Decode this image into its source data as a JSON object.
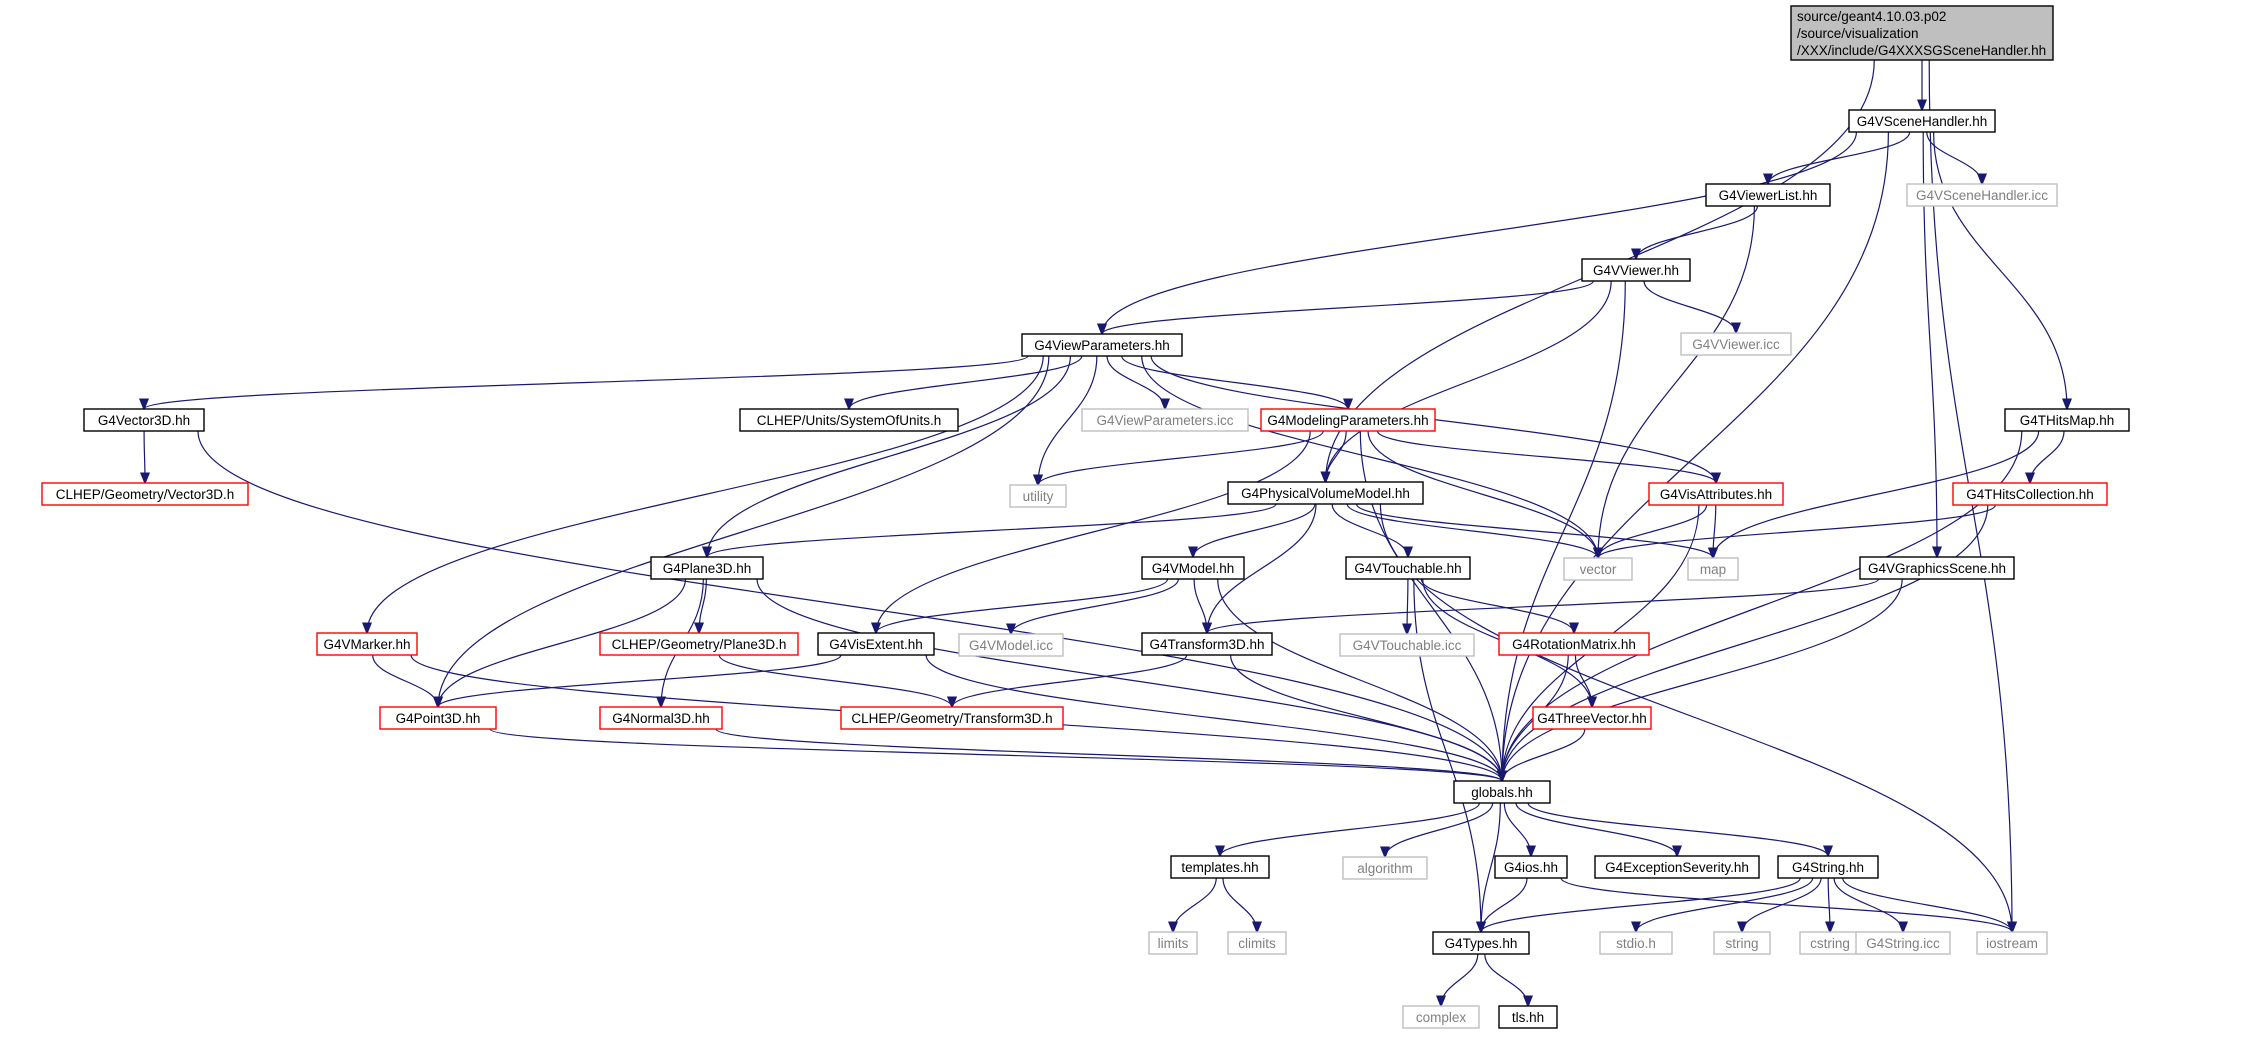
{
  "root_lines": [
    "source/geant4.10.03.p02",
    "/source/visualization",
    "/XXX/include/G4XXXSGSceneHandler.hh"
  ],
  "nodes": [
    {
      "id": "G4VSceneHandler",
      "label": "G4VSceneHandler.hh",
      "kind": "doc"
    },
    {
      "id": "G4ViewerList",
      "label": "G4ViewerList.hh",
      "kind": "doc"
    },
    {
      "id": "G4VSceneHandlerIcc",
      "label": "G4VSceneHandler.icc",
      "kind": "ext"
    },
    {
      "id": "G4VViewer",
      "label": "G4VViewer.hh",
      "kind": "doc"
    },
    {
      "id": "G4VViewerIcc",
      "label": "G4VViewer.icc",
      "kind": "ext"
    },
    {
      "id": "G4ViewParameters",
      "label": "G4ViewParameters.hh",
      "kind": "doc"
    },
    {
      "id": "G4Vector3D",
      "label": "G4Vector3D.hh",
      "kind": "doc"
    },
    {
      "id": "SystemOfUnits",
      "label": "CLHEP/Units/SystemOfUnits.h",
      "kind": "doc"
    },
    {
      "id": "G4ViewParametersIcc",
      "label": "G4ViewParameters.icc",
      "kind": "ext"
    },
    {
      "id": "G4ModelingParameters",
      "label": "G4ModelingParameters.hh",
      "kind": "inc"
    },
    {
      "id": "G4THitsMap",
      "label": "G4THitsMap.hh",
      "kind": "doc"
    },
    {
      "id": "Vector3Dh",
      "label": "CLHEP/Geometry/Vector3D.h",
      "kind": "inc"
    },
    {
      "id": "utility",
      "label": "utility",
      "kind": "ext"
    },
    {
      "id": "G4PhysicalVolumeModel",
      "label": "G4PhysicalVolumeModel.hh",
      "kind": "doc"
    },
    {
      "id": "G4VisAttributes",
      "label": "G4VisAttributes.hh",
      "kind": "inc"
    },
    {
      "id": "G4THitsCollection",
      "label": "G4THitsCollection.hh",
      "kind": "inc"
    },
    {
      "id": "G4Plane3D",
      "label": "G4Plane3D.hh",
      "kind": "doc"
    },
    {
      "id": "G4VModel",
      "label": "G4VModel.hh",
      "kind": "doc"
    },
    {
      "id": "G4VTouchable",
      "label": "G4VTouchable.hh",
      "kind": "doc"
    },
    {
      "id": "vector",
      "label": "vector",
      "kind": "ext"
    },
    {
      "id": "map",
      "label": "map",
      "kind": "ext"
    },
    {
      "id": "G4VGraphicsScene",
      "label": "G4VGraphicsScene.hh",
      "kind": "doc"
    },
    {
      "id": "G4VMarker",
      "label": "G4VMarker.hh",
      "kind": "inc"
    },
    {
      "id": "Plane3Dh",
      "label": "CLHEP/Geometry/Plane3D.h",
      "kind": "inc"
    },
    {
      "id": "G4VisExtent",
      "label": "G4VisExtent.hh",
      "kind": "doc"
    },
    {
      "id": "G4VModelIcc",
      "label": "G4VModel.icc",
      "kind": "ext"
    },
    {
      "id": "G4Transform3D",
      "label": "G4Transform3D.hh",
      "kind": "doc"
    },
    {
      "id": "G4VTouchableIcc",
      "label": "G4VTouchable.icc",
      "kind": "ext"
    },
    {
      "id": "G4RotationMatrix",
      "label": "G4RotationMatrix.hh",
      "kind": "inc"
    },
    {
      "id": "G4Point3D",
      "label": "G4Point3D.hh",
      "kind": "inc"
    },
    {
      "id": "G4Normal3D",
      "label": "G4Normal3D.hh",
      "kind": "inc"
    },
    {
      "id": "Transform3Dh",
      "label": "CLHEP/Geometry/Transform3D.h",
      "kind": "inc"
    },
    {
      "id": "G4ThreeVector",
      "label": "G4ThreeVector.hh",
      "kind": "inc"
    },
    {
      "id": "globals",
      "label": "globals.hh",
      "kind": "doc"
    },
    {
      "id": "templates",
      "label": "templates.hh",
      "kind": "doc"
    },
    {
      "id": "algorithm",
      "label": "algorithm",
      "kind": "ext"
    },
    {
      "id": "G4ios",
      "label": "G4ios.hh",
      "kind": "doc"
    },
    {
      "id": "G4ExceptionSeverity",
      "label": "G4ExceptionSeverity.hh",
      "kind": "doc"
    },
    {
      "id": "G4String",
      "label": "G4String.hh",
      "kind": "doc"
    },
    {
      "id": "limits",
      "label": "limits",
      "kind": "ext"
    },
    {
      "id": "climits",
      "label": "climits",
      "kind": "ext"
    },
    {
      "id": "G4Types",
      "label": "G4Types.hh",
      "kind": "doc"
    },
    {
      "id": "stdioh",
      "label": "stdio.h",
      "kind": "ext"
    },
    {
      "id": "string",
      "label": "string",
      "kind": "ext"
    },
    {
      "id": "cstring",
      "label": "cstring",
      "kind": "ext"
    },
    {
      "id": "G4StringIcc",
      "label": "G4String.icc",
      "kind": "ext"
    },
    {
      "id": "iostream",
      "label": "iostream",
      "kind": "ext"
    },
    {
      "id": "complex",
      "label": "complex",
      "kind": "ext"
    },
    {
      "id": "tls",
      "label": "tls.hh",
      "kind": "doc"
    }
  ],
  "edges": [
    [
      "root",
      "G4VSceneHandler"
    ],
    [
      "root",
      "G4PhysicalVolumeModel"
    ],
    [
      "root",
      "iostream"
    ],
    [
      "G4VSceneHandler",
      "G4ViewerList"
    ],
    [
      "G4VSceneHandler",
      "G4VSceneHandlerIcc"
    ],
    [
      "G4VSceneHandler",
      "G4ViewParameters"
    ],
    [
      "G4VSceneHandler",
      "G4THitsMap"
    ],
    [
      "G4VSceneHandler",
      "G4VGraphicsScene"
    ],
    [
      "G4VSceneHandler",
      "globals"
    ],
    [
      "G4ViewerList",
      "G4VViewer"
    ],
    [
      "G4ViewerList",
      "vector"
    ],
    [
      "G4VViewer",
      "G4ViewParameters"
    ],
    [
      "G4VViewer",
      "G4VViewerIcc"
    ],
    [
      "G4VViewer",
      "G4PhysicalVolumeModel"
    ],
    [
      "G4VViewer",
      "globals"
    ],
    [
      "G4ViewParameters",
      "G4Vector3D"
    ],
    [
      "G4ViewParameters",
      "SystemOfUnits"
    ],
    [
      "G4ViewParameters",
      "G4ViewParametersIcc"
    ],
    [
      "G4ViewParameters",
      "G4ModelingParameters"
    ],
    [
      "G4ViewParameters",
      "utility"
    ],
    [
      "G4ViewParameters",
      "G4VisAttributes"
    ],
    [
      "G4ViewParameters",
      "G4Plane3D"
    ],
    [
      "G4ViewParameters",
      "vector"
    ],
    [
      "G4ViewParameters",
      "G4VMarker"
    ],
    [
      "G4ViewParameters",
      "G4Point3D"
    ],
    [
      "G4Vector3D",
      "Vector3Dh"
    ],
    [
      "G4Vector3D",
      "globals"
    ],
    [
      "G4ModelingParameters",
      "utility"
    ],
    [
      "G4ModelingParameters",
      "G4PhysicalVolumeModel"
    ],
    [
      "G4ModelingParameters",
      "G4VisAttributes"
    ],
    [
      "G4ModelingParameters",
      "vector"
    ],
    [
      "G4ModelingParameters",
      "G4VisExtent"
    ],
    [
      "G4ModelingParameters",
      "globals"
    ],
    [
      "G4THitsMap",
      "G4THitsCollection"
    ],
    [
      "G4THitsMap",
      "map"
    ],
    [
      "G4THitsMap",
      "globals"
    ],
    [
      "G4PhysicalVolumeModel",
      "G4Plane3D"
    ],
    [
      "G4PhysicalVolumeModel",
      "G4VModel"
    ],
    [
      "G4PhysicalVolumeModel",
      "G4VTouchable"
    ],
    [
      "G4PhysicalVolumeModel",
      "G4Transform3D"
    ],
    [
      "G4PhysicalVolumeModel",
      "vector"
    ],
    [
      "G4PhysicalVolumeModel",
      "map"
    ],
    [
      "G4PhysicalVolumeModel",
      "iostream"
    ],
    [
      "G4VisAttributes",
      "vector"
    ],
    [
      "G4VisAttributes",
      "map"
    ],
    [
      "G4VisAttributes",
      "globals"
    ],
    [
      "G4THitsCollection",
      "vector"
    ],
    [
      "G4THitsCollection",
      "globals"
    ],
    [
      "G4Plane3D",
      "Plane3Dh"
    ],
    [
      "G4Plane3D",
      "G4Normal3D"
    ],
    [
      "G4Plane3D",
      "G4Point3D"
    ],
    [
      "G4Plane3D",
      "globals"
    ],
    [
      "G4VModel",
      "G4VisExtent"
    ],
    [
      "G4VModel",
      "G4VModelIcc"
    ],
    [
      "G4VModel",
      "G4Transform3D"
    ],
    [
      "G4VModel",
      "globals"
    ],
    [
      "G4VTouchable",
      "G4VTouchableIcc"
    ],
    [
      "G4VTouchable",
      "G4RotationMatrix"
    ],
    [
      "G4VTouchable",
      "G4ThreeVector"
    ],
    [
      "G4VTouchable",
      "G4Types"
    ],
    [
      "G4VGraphicsScene",
      "G4Transform3D"
    ],
    [
      "G4VGraphicsScene",
      "globals"
    ],
    [
      "G4VMarker",
      "G4Point3D"
    ],
    [
      "G4VMarker",
      "globals"
    ],
    [
      "Plane3Dh",
      "Transform3Dh"
    ],
    [
      "G4VisExtent",
      "G4Point3D"
    ],
    [
      "G4VisExtent",
      "globals"
    ],
    [
      "G4Transform3D",
      "Transform3Dh"
    ],
    [
      "G4Transform3D",
      "globals"
    ],
    [
      "G4RotationMatrix",
      "G4ThreeVector"
    ],
    [
      "G4RotationMatrix",
      "globals"
    ],
    [
      "G4Point3D",
      "globals"
    ],
    [
      "G4Normal3D",
      "globals"
    ],
    [
      "G4ThreeVector",
      "globals"
    ],
    [
      "globals",
      "templates"
    ],
    [
      "globals",
      "algorithm"
    ],
    [
      "globals",
      "G4ios"
    ],
    [
      "globals",
      "G4ExceptionSeverity"
    ],
    [
      "globals",
      "G4String"
    ],
    [
      "globals",
      "G4Types"
    ],
    [
      "templates",
      "limits"
    ],
    [
      "templates",
      "climits"
    ],
    [
      "G4ios",
      "G4Types"
    ],
    [
      "G4ios",
      "iostream"
    ],
    [
      "G4String",
      "G4Types"
    ],
    [
      "G4String",
      "stdioh"
    ],
    [
      "G4String",
      "string"
    ],
    [
      "G4String",
      "cstring"
    ],
    [
      "G4String",
      "G4StringIcc"
    ],
    [
      "G4String",
      "iostream"
    ],
    [
      "G4Types",
      "complex"
    ],
    [
      "G4Types",
      "tls"
    ]
  ],
  "colors": {
    "edge": "#191970",
    "root_fill": "#bfbfbf",
    "documented_border": "#000000",
    "incomplete_border": "#ff0000",
    "external_border": "#bfbfbf",
    "external_text": "#808080"
  }
}
